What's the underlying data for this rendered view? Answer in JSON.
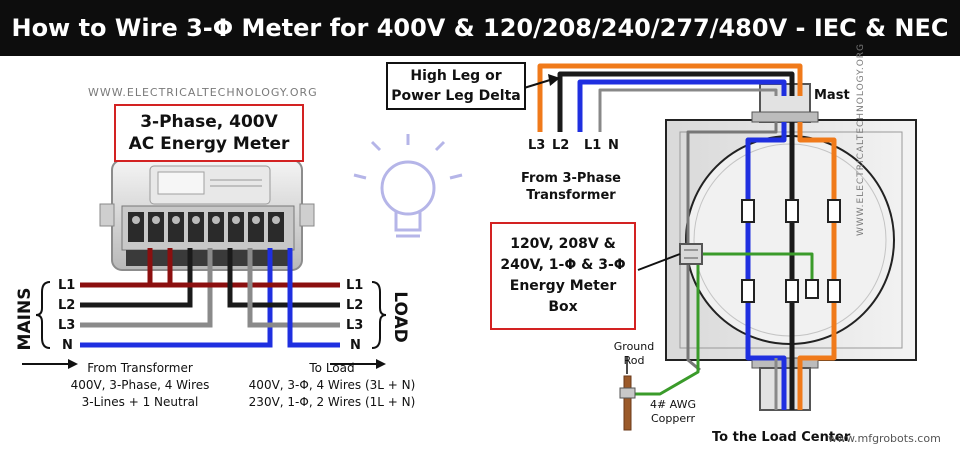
{
  "title": "How to Wire 3-Φ Meter for 400V & 120/208/240/277/480V - IEC & NEC",
  "left": {
    "website": "WWW.ELECTRICALTECHNOLOGY.ORG",
    "meter_box": {
      "line1": "3-Phase, 400V",
      "line2": "AC Energy Meter"
    },
    "mains_label": "MAINS",
    "load_label": "LOAD",
    "lines": [
      "L1",
      "L2",
      "L3",
      "N"
    ],
    "from_text": {
      "line1": "From Transformer",
      "line2": "400V, 3-Phase, 4 Wires",
      "line3": "3-Lines + 1 Neutral"
    },
    "to_text": {
      "line1": "To Load",
      "line2": "400V, 3-Φ, 4 Wires (3L + N)",
      "line3": "230V, 1-Φ, 2 Wires (1L + N)"
    }
  },
  "right": {
    "high_leg_box": {
      "line1": "High Leg or",
      "line2": "Power Leg Delta"
    },
    "wire_labels": [
      "L3",
      "L2",
      "L1",
      "N"
    ],
    "from_text": {
      "line1": "From 3-Phase",
      "line2": "Transformer"
    },
    "mast_label": "Mast",
    "meter_box": {
      "line1": "120V, 208V &",
      "line2": "240V, 1-Φ & 3-Φ",
      "line3": "Energy Meter",
      "line4": "Box"
    },
    "ground_rod": {
      "line1": "Ground",
      "line2": "Rod"
    },
    "awg": {
      "line1": "4# AWG",
      "line2": "Copperr"
    },
    "load_center": "To the Load Center",
    "website_vertical": "WWW.ELECTRICALTECHNOLOGY.ORG",
    "watermark": "www.mfgrobots.com"
  },
  "colors": {
    "l1": "#8b0f0f",
    "l2": "#1a1a1a",
    "l3": "#8a8a8a",
    "n": "#1f2fe0",
    "orange": "#f07a1a",
    "green": "#3a9b2a",
    "red_border": "#d32222"
  }
}
